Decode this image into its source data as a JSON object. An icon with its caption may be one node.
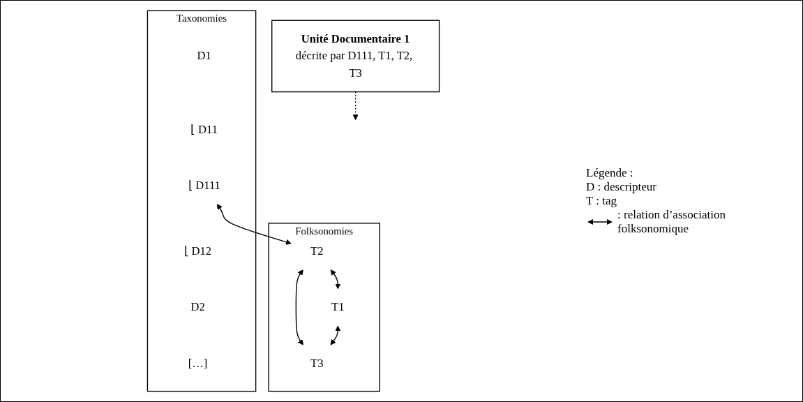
{
  "diagram": {
    "nodes": [
      {
        "text": [
          "Unité Documentaire 1",
          "décrite par D111, T1, T2, T3"
        ]
      },
      {
        "text": [
          "Taxonomies"
        ]
      },
      {
        "text": [
          "D1"
        ],
        "in": 1
      },
      {
        "text": [
          "⌊ D11"
        ],
        "in": 1
      },
      {
        "text": [
          "⌊ D111"
        ],
        "in": 1
      },
      {
        "text": [
          "⌊ D12"
        ],
        "in": 1
      },
      {
        "text": [
          "D2"
        ],
        "in": 1
      },
      {
        "text": [
          "[…]"
        ],
        "in": 1
      },
      {
        "text": [
          "Folksonomies"
        ]
      },
      {
        "text": [
          "T2"
        ],
        "in": 8
      },
      {
        "text": [
          "T3"
        ],
        "in": 8
      },
      {
        "text": [
          "T1"
        ],
        "in": 8
      }
    ],
    "edges": [
      {
        "from": 0,
        "to": null,
        "arrow": "to",
        "style": "dashed"
      },
      {
        "from": 4,
        "to": 9,
        "arrow": "both"
      },
      {
        "from": 9,
        "to": 10,
        "arrow": "both"
      },
      {
        "from": 9,
        "to": 11,
        "arrow": "both"
      },
      {
        "from": 11,
        "to": 10,
        "arrow": "both"
      }
    ],
    "labels": [
      "Légende :",
      "D : descripteur",
      "T : tag"
    ],
    "legend": [
      {
        "text": ": relation d’association folksonomique"
      }
    ]
  }
}
